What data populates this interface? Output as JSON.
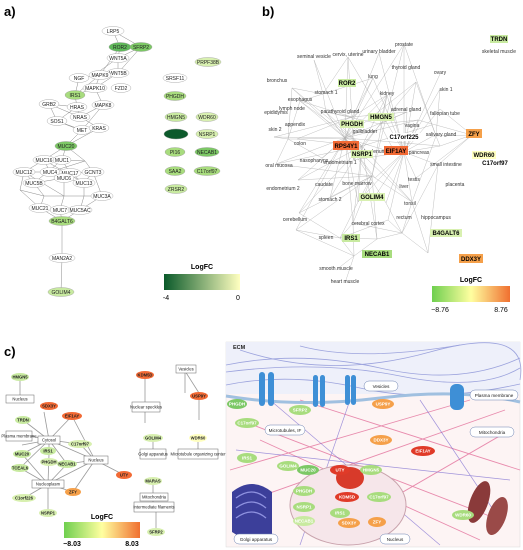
{
  "panels": [
    {
      "id": "a",
      "label": "a)"
    },
    {
      "id": "b",
      "label": "b)"
    },
    {
      "id": "c",
      "label": "c)"
    }
  ],
  "legends": {
    "a": {
      "title": "LogFC",
      "min_label": "-4",
      "max_label": "0",
      "colors": [
        "#0a5a2a",
        "#ffffc0"
      ]
    },
    "b": {
      "title": "LogFC",
      "min_label": "−8.76",
      "max_label": "8.76",
      "colors": [
        "#6fcf4f",
        "#ffffa0",
        "#f07030"
      ]
    },
    "c": {
      "title": "LogFC",
      "min_label": "−8.03",
      "max_label": "8.03",
      "colors": [
        "#6fcf4f",
        "#ffffa0",
        "#f07030"
      ]
    }
  },
  "panel_a": {
    "nodes": [
      "LRP5",
      "ROR2",
      "SFRP2",
      "WNT5A",
      "WNT5B",
      "NGF",
      "MAPK9",
      "FZD2",
      "IRS1",
      "MAPK10",
      "GRB2",
      "HRAS",
      "NRAS",
      "MAPK8",
      "SOS1",
      "MET",
      "KRAS",
      "MUC20",
      "MUC16",
      "MUC1",
      "MUC12",
      "MUC4",
      "MUC17",
      "MUC5B",
      "MUC6",
      "GCNT3",
      "MUC13",
      "MUC3A",
      "MUC21",
      "MUC7",
      "MUC5AC",
      "B4GALT6",
      "MAN2A2",
      "GOLIM4"
    ],
    "isolated": [
      "PRPF38B",
      "SRSF11",
      "PHGDH",
      "HMGN5",
      "WDR60",
      "NSRP1",
      "PI16",
      "NECAB1",
      "SAA2",
      "C17orf97",
      "ZRSR2"
    ]
  },
  "panel_b": {
    "genes": [
      "TRDN",
      "ROR2",
      "PHGDH",
      "HMGN5",
      "RPS4Y1",
      "NSRP1",
      "EIF1AY",
      "C17orf225",
      "ZFY",
      "WDR60",
      "C17orf97",
      "GOLIM4",
      "IRS1",
      "B4GALT6",
      "NECAB1",
      "DDX3Y"
    ],
    "tissues": [
      "prostate",
      "cervix, uterine",
      "seminal vesicle",
      "urinary bladder",
      "thyroid gland",
      "bronchus",
      "esophagus",
      "lung",
      "ovary",
      "skeletal muscle",
      "stomach 1",
      "lymph node",
      "epididymis",
      "parathyroid gland",
      "kidney",
      "adrenal gland",
      "skin 1",
      "fallopian tube",
      "appendix",
      "skin 2",
      "gallbladder",
      "vagina",
      "salivary gland",
      "colon",
      "duodenum",
      "pancreas",
      "nasopharynx",
      "endometrium 1",
      "small intestine",
      "oral mucosa",
      "testis",
      "placenta",
      "endometrium 2",
      "caudate",
      "bone marrow",
      "liver",
      "stomach 2",
      "tonsil",
      "breast",
      "cerebellum",
      "rectum",
      "hippocampus",
      "cerebral cortex",
      "spleen",
      "smooth muscle",
      "heart muscle"
    ]
  },
  "panel_c": {
    "genes": [
      "HMGN5",
      "SDX3Y",
      "EIF1AY",
      "TRDN",
      "IRS1",
      "C17orf97",
      "MUC20",
      "PHGDH",
      "TCEAL6",
      "NECAB1",
      "UTY",
      "C1orf226",
      "ZFY",
      "NSRP1",
      "KDM5D",
      "USP9Y",
      "GOLIM4",
      "WDR60",
      "MARAS",
      "SFRP2"
    ],
    "compartments": [
      "Nucleus",
      "Cytosol",
      "Plasma membrane",
      "Nucleoplasm",
      "Intermediate filaments",
      "Vesicles",
      "Nuclear speckles",
      "Golgi apparatus",
      "Microtubule organizing center",
      "Mitochondria"
    ],
    "cell_labels": [
      "ECM",
      "Vesicles",
      "Plasma membrane",
      "Microtubules, IF",
      "Mitochondria",
      "Golgi apparatus",
      "Nucleus"
    ],
    "cell_genes": [
      "PHGDH",
      "SFRP2",
      "C17orf97",
      "IRS1",
      "USP9Y",
      "GOLIM4",
      "DDX3Y",
      "EIF1AY",
      "MUC20",
      "UTY",
      "HMGN5",
      "KDM5D",
      "C17orf97",
      "NSRP1",
      "ZFY",
      "SDX3Y",
      "WDR60"
    ]
  }
}
